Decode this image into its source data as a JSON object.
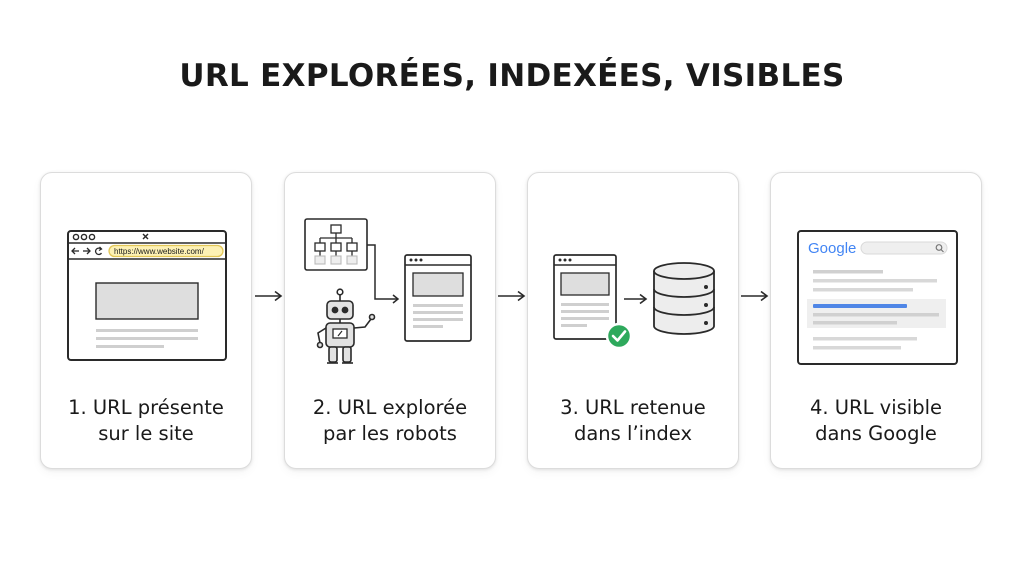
{
  "title": "URL EXPLORÉES, INDEXÉES, VISIBLES",
  "steps": [
    {
      "caption_line1": "1. URL présente",
      "caption_line2": "sur le site",
      "url_text": "https://www.website.com/"
    },
    {
      "caption_line1": "2. URL explorée",
      "caption_line2": "par les robots"
    },
    {
      "caption_line1": "3. URL retenue",
      "caption_line2": "dans l’index"
    },
    {
      "caption_line1": "4. URL visible",
      "caption_line2": "dans Google",
      "brand_text": "Google"
    }
  ],
  "icons": {
    "step1": [
      "browser-window-icon",
      "close-icon",
      "back-arrow-icon",
      "forward-arrow-icon",
      "reload-icon"
    ],
    "step2": [
      "sitemap-icon",
      "robot-icon",
      "webpage-icon"
    ],
    "step3": [
      "webpage-icon",
      "check-badge-icon",
      "database-icon"
    ],
    "step4": [
      "search-results-page-icon",
      "search-icon"
    ]
  },
  "colors": {
    "highlight_yellow": "#fdf1b4",
    "highlight_border": "#e2c655",
    "check_green": "#2ea95c",
    "google_blue": "#4285f4",
    "google_red": "#ea4335",
    "google_yellow": "#fbbc05",
    "google_green": "#34a853",
    "result_blue": "#4f86e6"
  }
}
